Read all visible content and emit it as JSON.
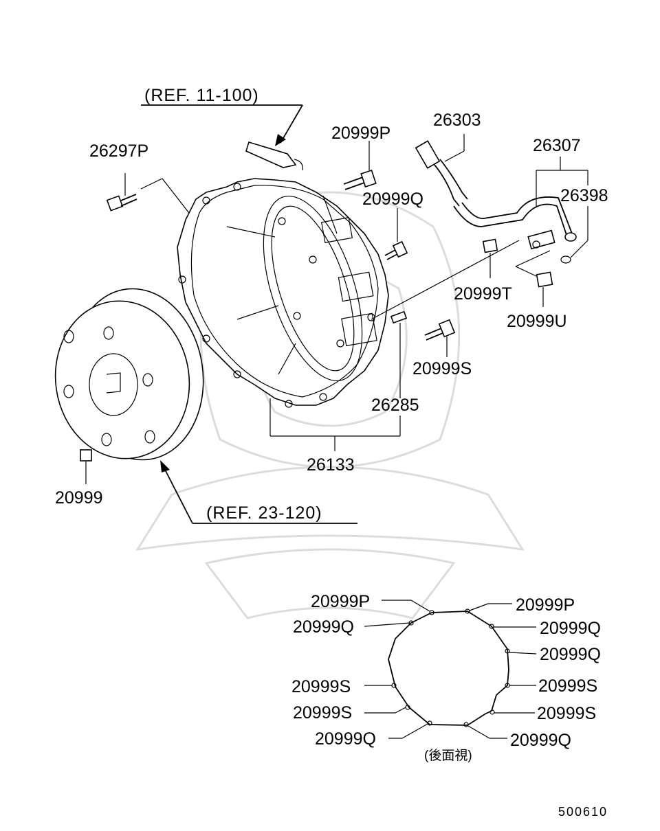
{
  "refs": {
    "ref_top": "(REF. 11-100)",
    "ref_bottom": "(REF. 23-120)"
  },
  "callouts": {
    "p26297P": "26297P",
    "p20999P_top": "20999P",
    "p20999Q_top": "20999Q",
    "p26303": "26303",
    "p26307": "26307",
    "p26398": "26398",
    "p20999T": "20999T",
    "p20999U": "20999U",
    "p20999S_top": "20999S",
    "p26285": "26285",
    "p26133": "26133",
    "p20999": "20999"
  },
  "rear_view": {
    "caption": "(後面視)",
    "left": [
      "20999P",
      "20999Q",
      "20999S",
      "20999S",
      "20999Q"
    ],
    "right": [
      "20999P",
      "20999Q",
      "20999Q",
      "20999S",
      "20999S",
      "20999Q"
    ]
  },
  "diagram_code": "500610"
}
